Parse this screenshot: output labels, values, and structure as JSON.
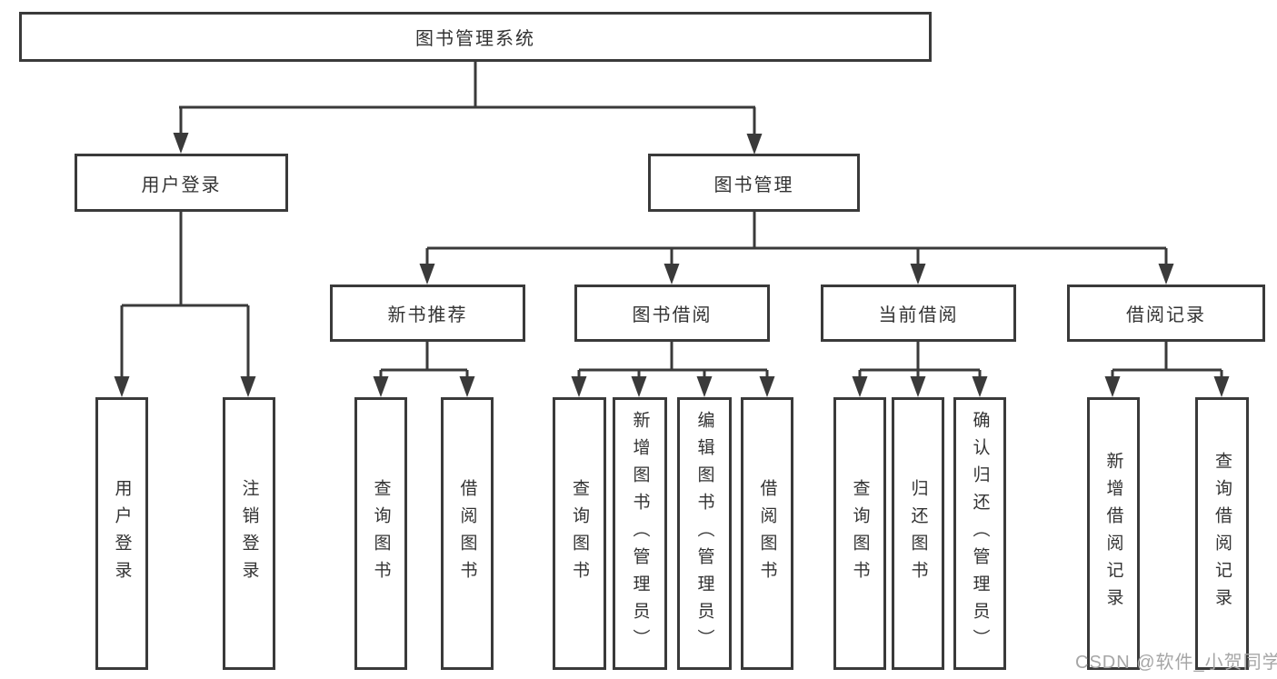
{
  "colors": {
    "border": "#3a3a3a",
    "text": "#333333",
    "line": "#3a3a3a",
    "watermark": "#a6a6a6"
  },
  "tree": {
    "label": "图书管理系统",
    "children": [
      {
        "label": "用户登录",
        "children": [
          {
            "label": "用户登录"
          },
          {
            "label": "注销登录"
          }
        ]
      },
      {
        "label": "图书管理",
        "children": [
          {
            "label": "新书推荐",
            "children": [
              {
                "label": "查询图书"
              },
              {
                "label": "借阅图书"
              }
            ]
          },
          {
            "label": "图书借阅",
            "children": [
              {
                "label": "查询图书"
              },
              {
                "label": "新增图书（管理员）"
              },
              {
                "label": "编辑图书（管理员）"
              },
              {
                "label": "借阅图书"
              }
            ]
          },
          {
            "label": "当前借阅",
            "children": [
              {
                "label": "查询图书"
              },
              {
                "label": "归还图书"
              },
              {
                "label": "确认归还（管理员）"
              }
            ]
          },
          {
            "label": "借阅记录",
            "children": [
              {
                "label": "新增借阅记录"
              },
              {
                "label": "查询借阅记录"
              }
            ]
          }
        ]
      }
    ]
  },
  "watermark": "CSDN @软件_小贺同学"
}
